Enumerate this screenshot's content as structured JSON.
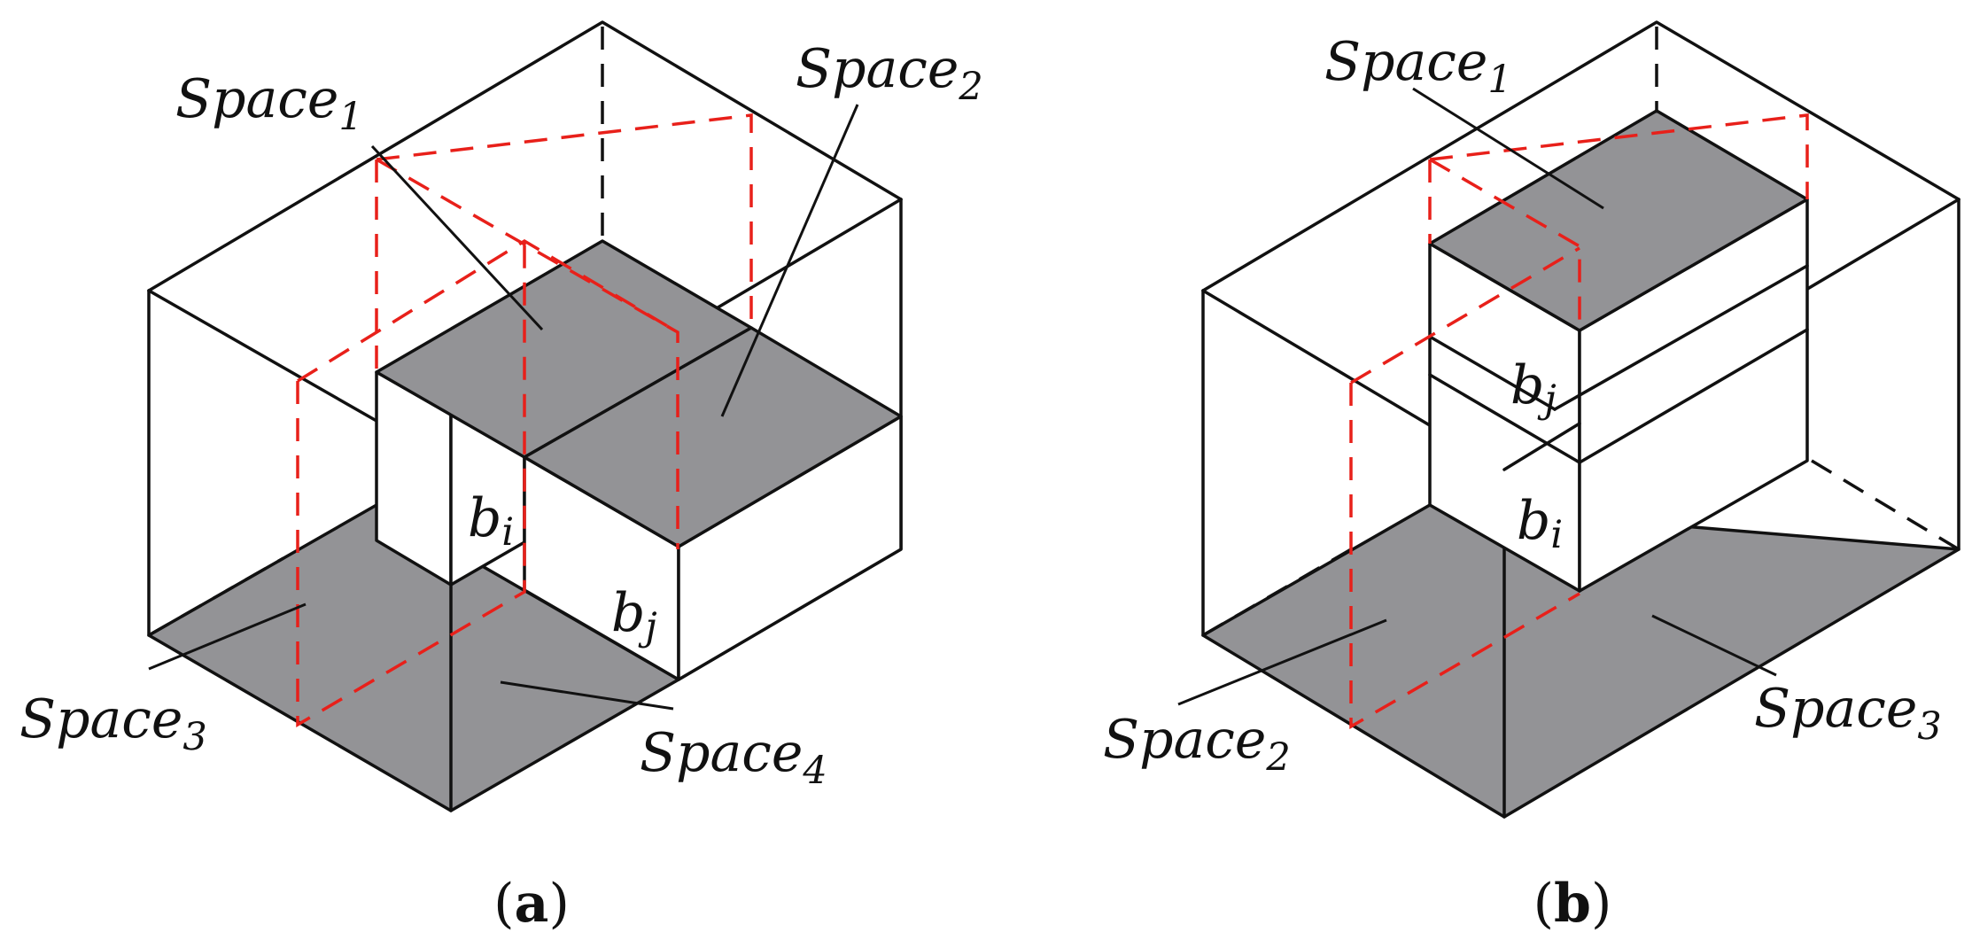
{
  "panel_a": {
    "caption": "a",
    "labels": {
      "space1": {
        "base": "Space",
        "sub": "1"
      },
      "space2": {
        "base": "Space",
        "sub": "2"
      },
      "space3": {
        "base": "Space",
        "sub": "3"
      },
      "space4": {
        "base": "Space",
        "sub": "4"
      },
      "bi": {
        "base": "b",
        "sub": "i"
      },
      "bj": {
        "base": "b",
        "sub": "j"
      }
    }
  },
  "panel_b": {
    "caption": "b",
    "labels": {
      "space1": {
        "base": "Space",
        "sub": "1"
      },
      "space2": {
        "base": "Space",
        "sub": "2"
      },
      "space3": {
        "base": "Space",
        "sub": "3"
      },
      "bi": {
        "base": "b",
        "sub": "i"
      },
      "bj": {
        "base": "b",
        "sub": "j"
      }
    }
  },
  "colors": {
    "edge": "#111111",
    "shaded_face": "#939396",
    "free_space_outline": "#e8201a",
    "background": "#ffffff"
  }
}
